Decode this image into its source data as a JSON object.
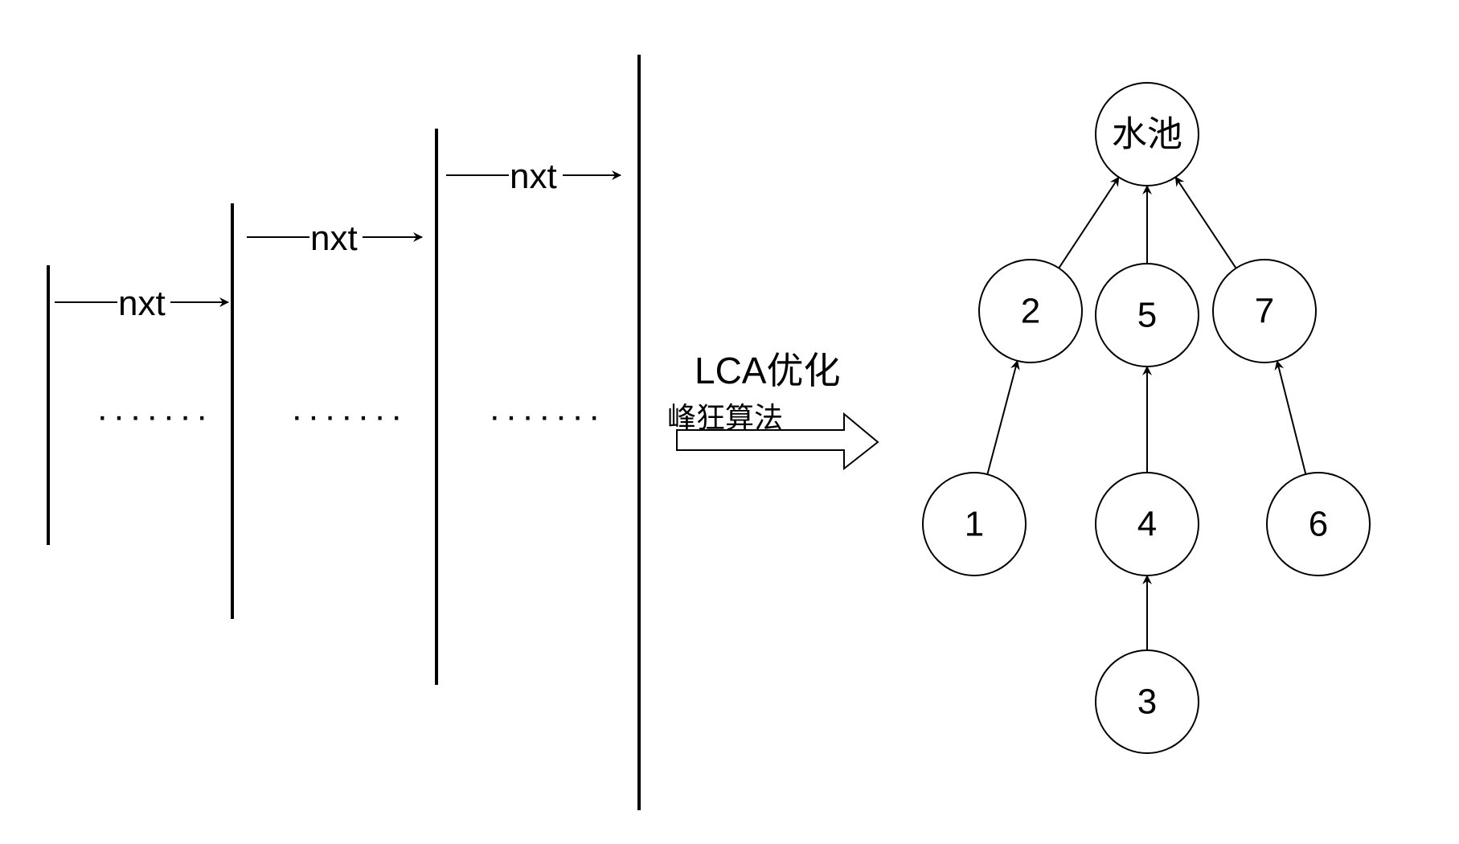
{
  "left": {
    "nxt_labels": [
      "nxt",
      "nxt",
      "nxt"
    ],
    "dots": [
      "·······",
      "·······",
      "·······"
    ]
  },
  "transform": {
    "title": "LCA优化",
    "subtitle": "峰狂算法"
  },
  "tree": {
    "nodes": {
      "root": "水池",
      "n2": "2",
      "n5": "5",
      "n7": "7",
      "n1": "1",
      "n4": "4",
      "n6": "6",
      "n3": "3"
    },
    "edges": [
      [
        "n2",
        "root"
      ],
      [
        "n5",
        "root"
      ],
      [
        "n7",
        "root"
      ],
      [
        "n1",
        "n2"
      ],
      [
        "n4",
        "n5"
      ],
      [
        "n6",
        "n7"
      ],
      [
        "n3",
        "n4"
      ]
    ]
  }
}
